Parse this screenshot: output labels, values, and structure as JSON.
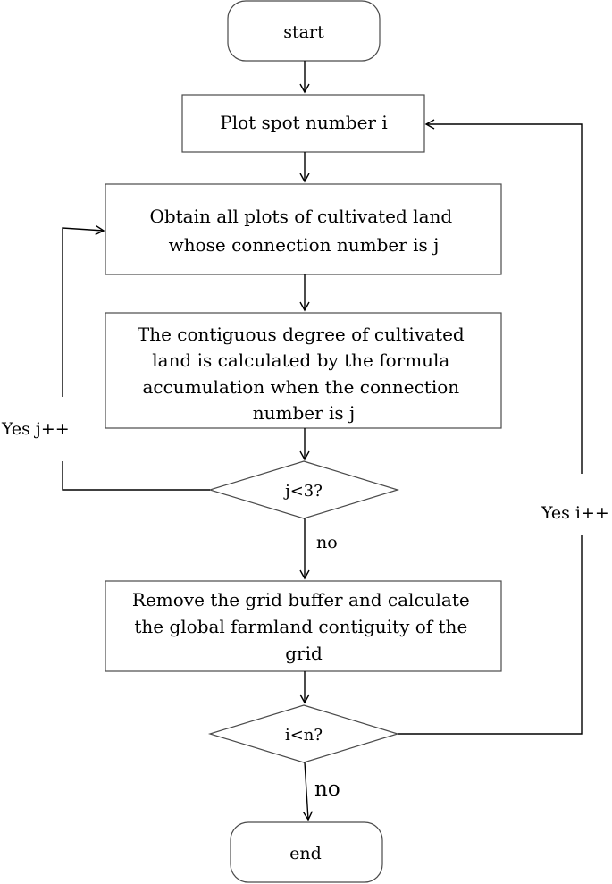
{
  "nodes": {
    "start": "start",
    "plot_spot": "Plot spot number i",
    "obtain_plots": [
      "Obtain all plots of cultivated land",
      "whose connection number is j"
    ],
    "calc_degree": [
      "The contiguous degree of cultivated",
      "land is calculated by the formula",
      "accumulation when the connection",
      "number is j"
    ],
    "decision_j": "j<3?",
    "remove_buffer": [
      "Remove the grid buffer and calculate",
      "the global farmland contiguity of the",
      "grid"
    ],
    "decision_i": "i<n?",
    "end": "end"
  },
  "edge_labels": {
    "yes_j": "Yes j++",
    "no_j": "no",
    "yes_i": "Yes i++",
    "no_i": "no"
  }
}
